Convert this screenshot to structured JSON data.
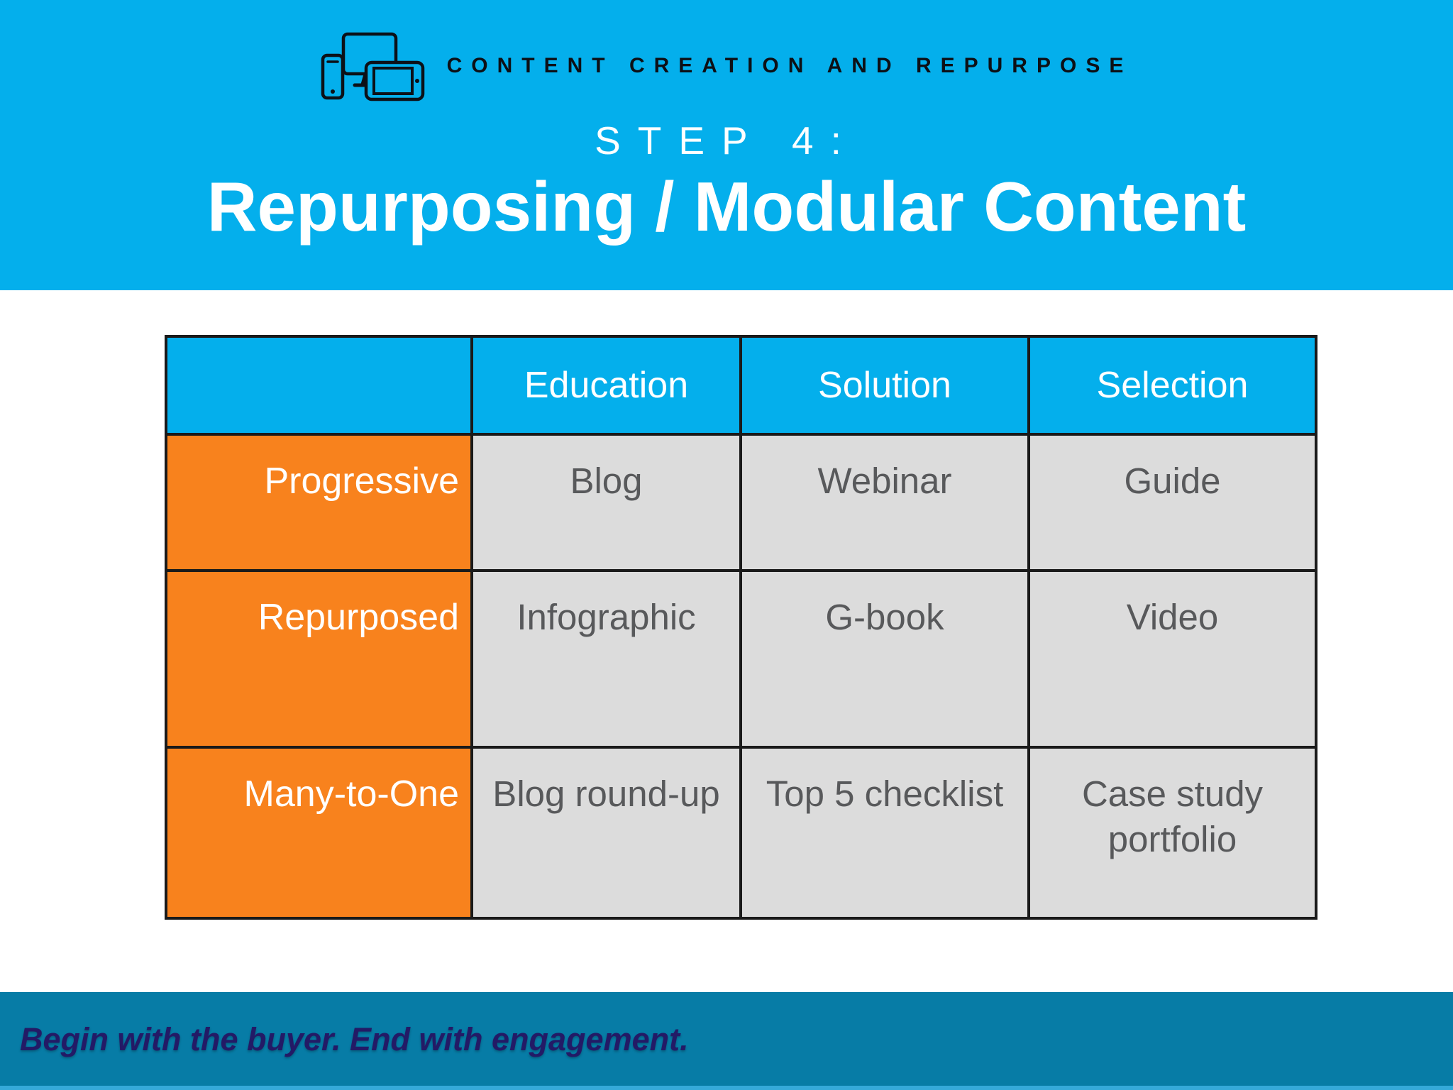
{
  "brand": {
    "icon": "devices-icon",
    "label": "CONTENT CREATION AND REPURPOSE"
  },
  "header": {
    "step_label": "STEP 4:",
    "title": "Repurposing / Modular Content"
  },
  "table": {
    "column_headers": [
      "",
      "Education",
      "Solution",
      "Selection"
    ],
    "rows": [
      {
        "label": "Progressive",
        "cells": [
          "Blog",
          "Webinar",
          "Guide"
        ]
      },
      {
        "label": "Repurposed",
        "cells": [
          "Infographic",
          "G-book",
          "Video"
        ]
      },
      {
        "label": "Many-to-One",
        "cells": [
          "Blog round-up",
          "Top 5 checklist",
          "Case study portfolio"
        ]
      }
    ]
  },
  "footer": {
    "tagline": "Begin with the buyer. End with engagement."
  },
  "colors": {
    "banner_blue": "#04AFEC",
    "header_cell_blue": "#04AFEC",
    "row_header_orange": "#F8821D",
    "data_cell_gray": "#DCDCDC",
    "table_border": "#1A1A1A",
    "footer_teal": "#077CA6",
    "footer_bottom_strip": "#35A9D9",
    "footer_text_navy": "#231A66",
    "cell_text_gray": "#58595B",
    "white_text": "#FFFFFF"
  }
}
